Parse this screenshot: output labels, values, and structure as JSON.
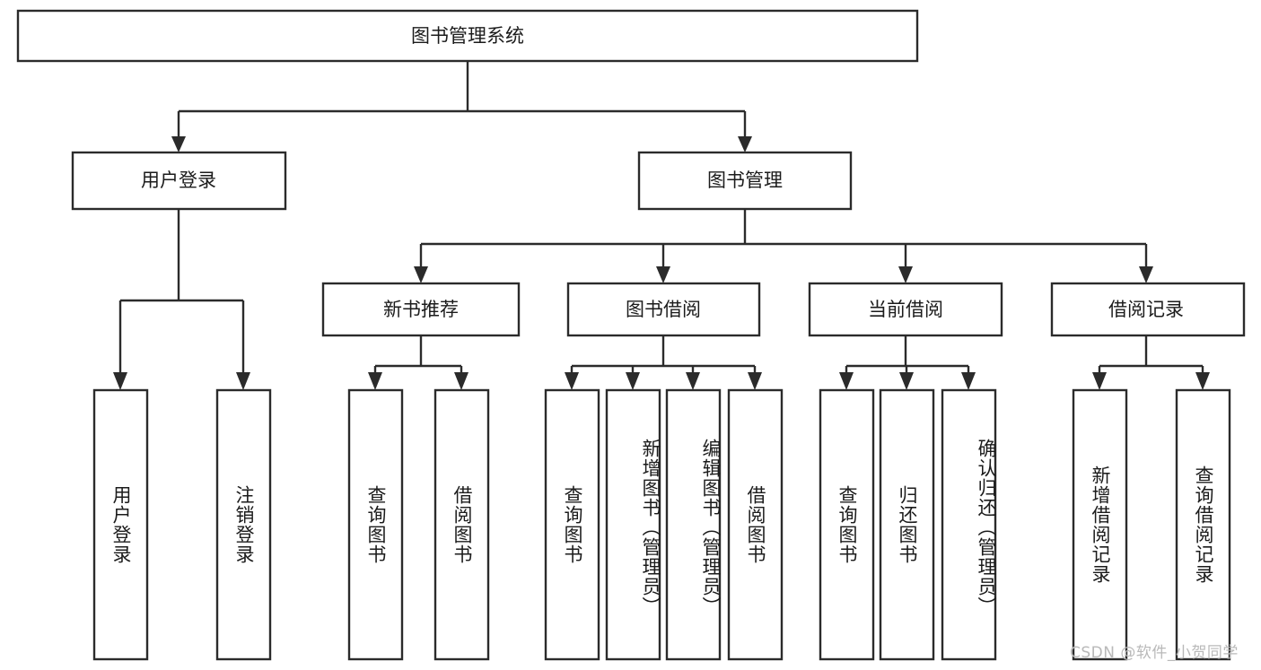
{
  "diagram": {
    "type": "tree",
    "title": "图书管理系统",
    "watermark": "CSDN @软件_小贺同学",
    "colors": {
      "background": "#ffffff",
      "stroke": "#2b2b2b",
      "text": "#1b1b1b",
      "watermark": "#b9b9b9"
    },
    "nodes": {
      "root": {
        "label": "图书管理系统",
        "orientation": "horizontal"
      },
      "level2": [
        {
          "id": "user-login",
          "label": "用户登录",
          "orientation": "horizontal"
        },
        {
          "id": "book-management",
          "label": "图书管理",
          "orientation": "horizontal"
        }
      ],
      "level3": [
        {
          "id": "new-book-recommend",
          "label": "新书推荐",
          "orientation": "horizontal"
        },
        {
          "id": "book-borrow",
          "label": "图书借阅",
          "orientation": "horizontal"
        },
        {
          "id": "current-borrow",
          "label": "当前借阅",
          "orientation": "horizontal"
        },
        {
          "id": "borrow-record",
          "label": "借阅记录",
          "orientation": "horizontal"
        }
      ],
      "leaves": [
        {
          "id": "leaf-user-login",
          "label": "用户登录",
          "parent": "user-login",
          "orientation": "vertical"
        },
        {
          "id": "leaf-logout-login",
          "label": "注销登录",
          "parent": "user-login",
          "orientation": "vertical"
        },
        {
          "id": "leaf-query-book-1",
          "label": "查询图书",
          "parent": "new-book-recommend",
          "orientation": "vertical"
        },
        {
          "id": "leaf-borrow-book-1",
          "label": "借阅图书",
          "parent": "new-book-recommend",
          "orientation": "vertical"
        },
        {
          "id": "leaf-query-book-2",
          "label": "查询图书",
          "parent": "book-borrow",
          "orientation": "vertical"
        },
        {
          "id": "leaf-add-book",
          "label": "新增图书（管理员）",
          "parent": "book-borrow",
          "orientation": "vertical"
        },
        {
          "id": "leaf-edit-book",
          "label": "编辑图书（管理员）",
          "parent": "book-borrow",
          "orientation": "vertical"
        },
        {
          "id": "leaf-borrow-book-2",
          "label": "借阅图书",
          "parent": "book-borrow",
          "orientation": "vertical"
        },
        {
          "id": "leaf-query-book-3",
          "label": "查询图书",
          "parent": "current-borrow",
          "orientation": "vertical"
        },
        {
          "id": "leaf-return-book",
          "label": "归还图书",
          "parent": "current-borrow",
          "orientation": "vertical"
        },
        {
          "id": "leaf-confirm-return",
          "label": "确认归还（管理员）",
          "parent": "current-borrow",
          "orientation": "vertical"
        },
        {
          "id": "leaf-add-record",
          "label": "新增借阅记录",
          "parent": "borrow-record",
          "orientation": "vertical"
        },
        {
          "id": "leaf-query-record",
          "label": "查询借阅记录",
          "parent": "borrow-record",
          "orientation": "vertical"
        }
      ]
    }
  }
}
